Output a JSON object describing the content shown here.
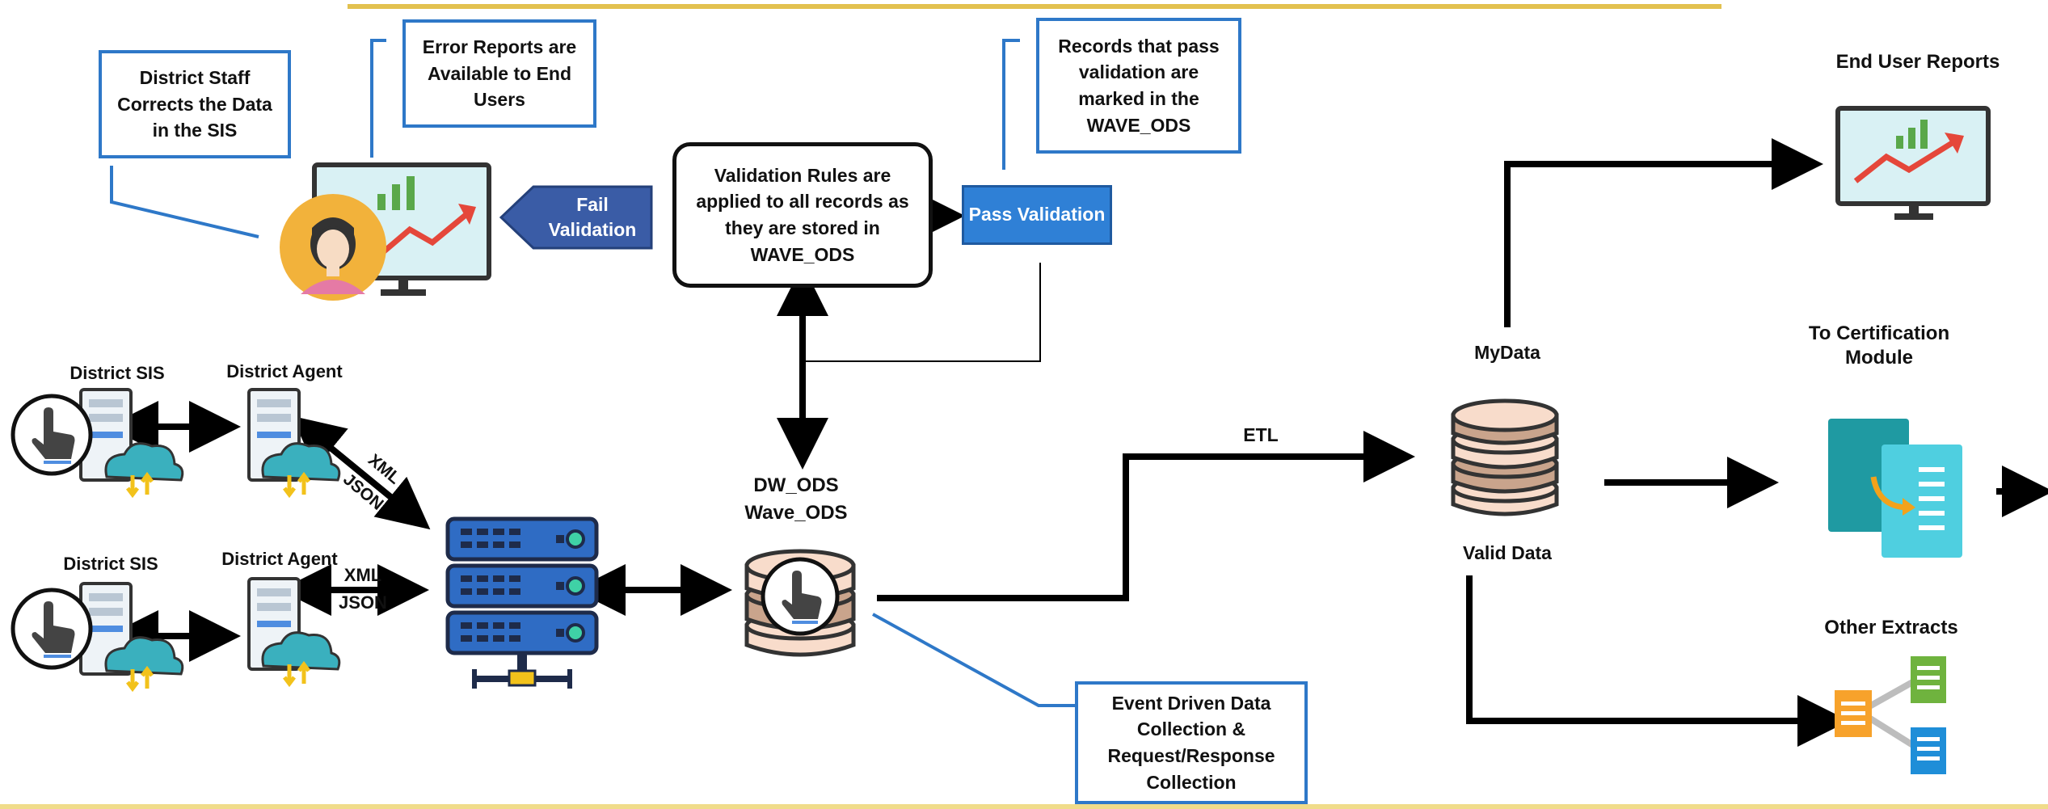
{
  "colors": {
    "accent_blue": "#2e78c8",
    "pass_fill": "#2f80d6",
    "fail_fill": "#3a5ca6",
    "gold_rule": "#e2c14f",
    "arrow": "#000000"
  },
  "callouts": {
    "district_staff": "District Staff Corrects the Data in the SIS",
    "error_reports": "Error Reports are Available to End Users",
    "records_pass": "Records that pass validation are marked in the WAVE_ODS",
    "event_driven": "Event Driven Data Collection & Request/Response Collection"
  },
  "validation": {
    "rules": "Validation Rules are applied to all records as they are stored in WAVE_ODS",
    "fail": "Fail Validation",
    "pass": "Pass Validation"
  },
  "sources": {
    "district_sis_1": "District SIS",
    "district_agent_1": "District Agent",
    "district_sis_2": "District SIS",
    "district_agent_2": "District Agent",
    "xml_1": "XML",
    "json_1": "JSON",
    "xml_2": "XML",
    "json_2": "JSON"
  },
  "ods": {
    "line1": "DW_ODS",
    "line2": "Wave_ODS"
  },
  "flow": {
    "etl": "ETL",
    "mydata": "MyData",
    "valid_data": "Valid Data"
  },
  "outputs": {
    "end_user_reports": "End User Reports",
    "certification": "To Certification Module",
    "other_extracts": "Other Extracts"
  },
  "icons": [
    "user-monitor-icon",
    "chart-monitor-icon",
    "server-cloud-icon",
    "hand-pointer-icon",
    "server-stack-icon",
    "database-icon",
    "document-copy-icon",
    "hierarchy-icon"
  ]
}
